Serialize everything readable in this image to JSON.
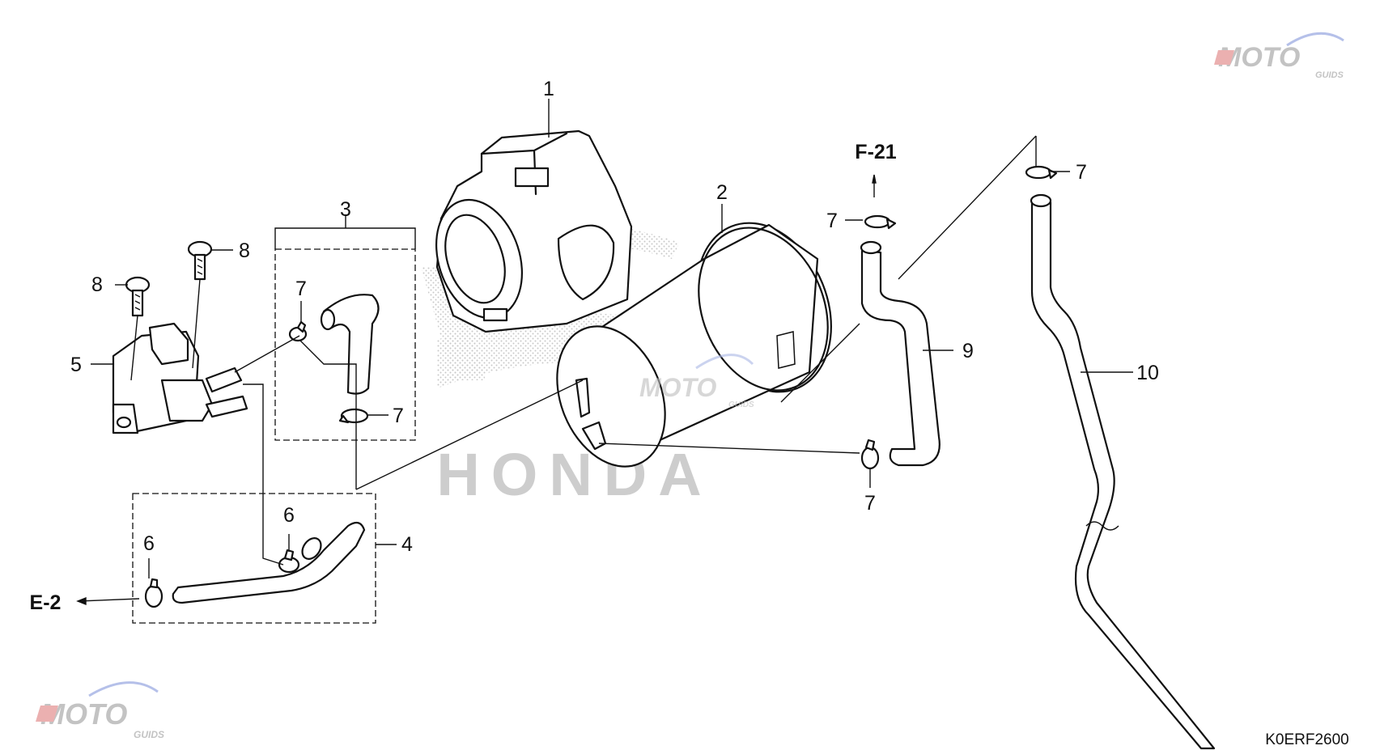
{
  "diagram_code": "K0ERF2600",
  "background_brand": "HONDA",
  "callouts": {
    "c1": "1",
    "c2": "2",
    "c3": "3",
    "c4": "4",
    "c5": "5",
    "c6a": "6",
    "c6b": "6",
    "c7a": "7",
    "c7b": "7",
    "c7c": "7",
    "c7d": "7",
    "c7e": "7",
    "c8a": "8",
    "c8b": "8",
    "c9": "9",
    "c10": "10"
  },
  "references": {
    "e2": "E-2",
    "f21": "F-21"
  },
  "watermark": {
    "text": "MOTO",
    "subtext": "GUIDS"
  },
  "colors": {
    "line": "#111111",
    "watermark_gray": "#b9b9b9",
    "watermark_red": "#e8a3a3",
    "watermark_blue": "#a9b6e6"
  }
}
